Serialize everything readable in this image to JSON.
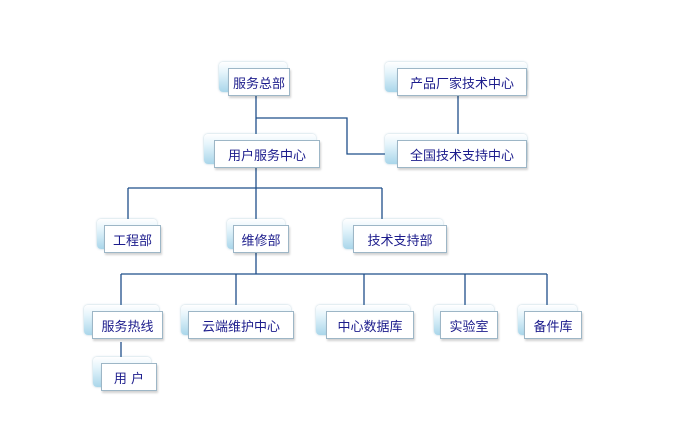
{
  "nodes": {
    "hq": "服务总部",
    "vendor_center": "产品厂家技术中心",
    "user_service_center": "用户服务中心",
    "national_support_center": "全国技术支持中心",
    "engineering": "工程部",
    "maintenance": "维修部",
    "tech_support": "技术支持部",
    "hotline": "服务热线",
    "cloud_maintenance_center": "云端维护中心",
    "data_center": "中心数据库",
    "lab": "实验室",
    "spare_parts": "备件库",
    "user": "用 户"
  },
  "colors": {
    "line": "#1f4f8a",
    "text": "#1c1c8c",
    "box_border": "#9db6c6",
    "box_glow": "#a9d6ea"
  }
}
